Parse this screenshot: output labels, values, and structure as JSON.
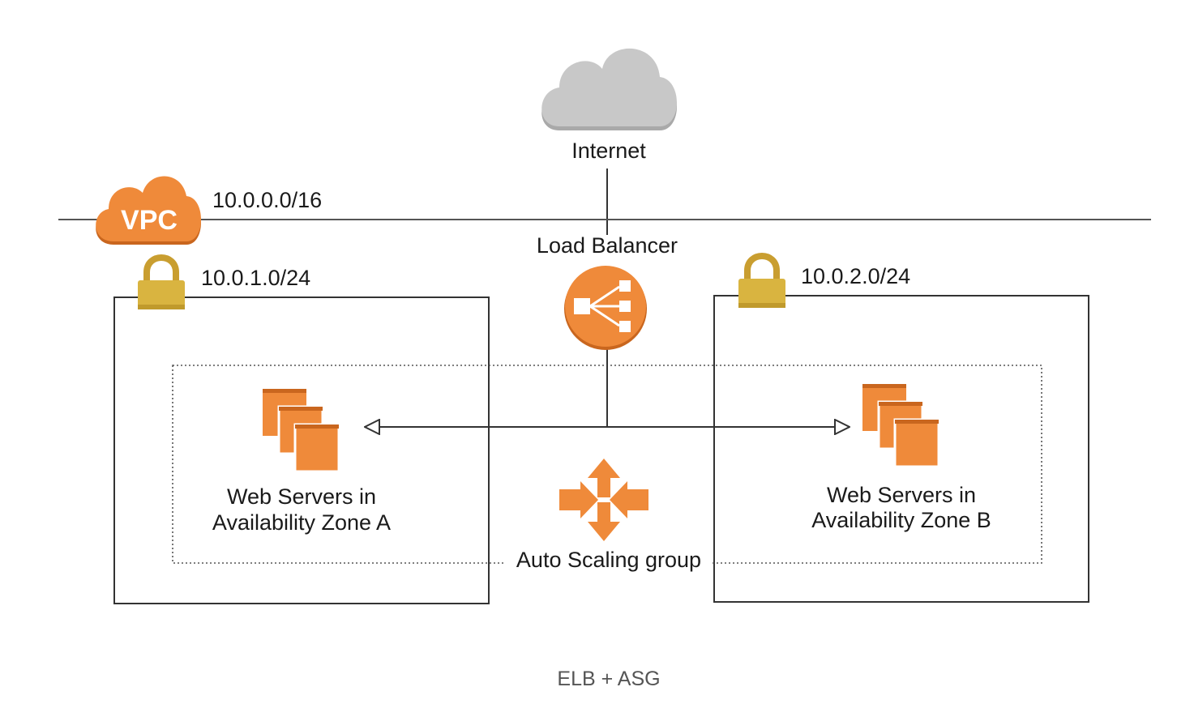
{
  "diagram": {
    "internet_label": "Internet",
    "vpc_badge": "VPC",
    "vpc_cidr": "10.0.0.0/16",
    "load_balancer_label": "Load Balancer",
    "subnet_a_cidr": "10.0.1.0/24",
    "subnet_b_cidr": "10.0.2.0/24",
    "zone_a_label": [
      "Web Servers in",
      "Availability Zone A"
    ],
    "zone_b_label": [
      "Web Servers in",
      "Availability Zone B"
    ],
    "asg_label": "Auto Scaling group",
    "caption": "ELB + ASG",
    "colors": {
      "aws_orange": "#ef8a3a",
      "aws_orange_dark": "#c9661e",
      "lock_gold": "#d9b440",
      "cloud_gray": "#c8c8c8",
      "line": "#333333"
    },
    "icons": [
      "internet-cloud-icon",
      "vpc-cloud-icon",
      "load-balancer-icon",
      "padlock-icon",
      "server-stack-icon",
      "auto-scaling-icon"
    ]
  }
}
